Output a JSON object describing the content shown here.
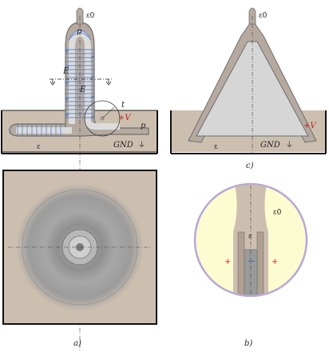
{
  "labels": {
    "epsilon0": "ε0",
    "epsilon": "ε",
    "p_top": "p",
    "p_right": "p",
    "E_label": "E",
    "t_label": "t",
    "plus_v": "+V",
    "gnd": "GND",
    "ground_symbol": "⏚",
    "plus": "+",
    "minus": "−"
  },
  "captions": {
    "a": "a)",
    "b": "b)",
    "c": "c)"
  },
  "colors": {
    "fluid": "#cdbfb0",
    "body_fill": "#b6aaa0",
    "inner_fill": "#cfcfcf",
    "inner_fill_c": "#d6d6d6",
    "tube_stroke": "#6e6e6e",
    "blue_field": "#3a74c9",
    "red_text": "#c02020",
    "circle_yellow": "#fdfbd0",
    "circle_border": "#b8a8d8",
    "center_dark": "#7a7a7a"
  }
}
